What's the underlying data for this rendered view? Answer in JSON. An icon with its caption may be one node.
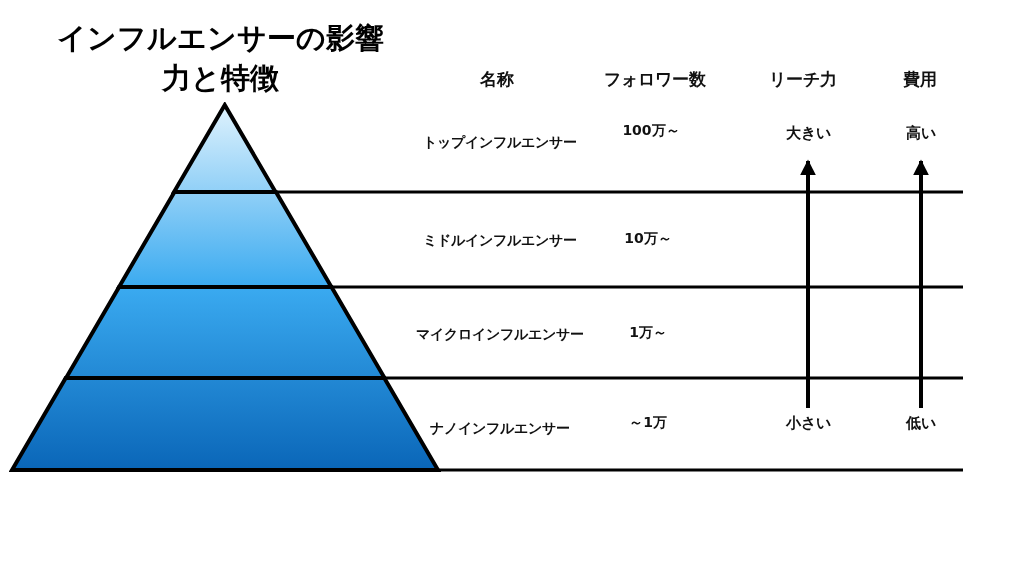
{
  "diagram": {
    "title": "インフルエンサーの影響力と特徴",
    "nodes": [
      {
        "text": [],
        "shape": "triangle"
      },
      {
        "text": [],
        "shape": "band"
      },
      {
        "text": [],
        "shape": "band"
      },
      {
        "text": [],
        "shape": "band"
      },
      {
        "text": [
          "大きい"
        ]
      },
      {
        "text": [
          "高い"
        ]
      },
      {
        "text": [
          "小さい"
        ]
      },
      {
        "text": [
          "低い"
        ]
      }
    ],
    "edges": [
      {
        "from": 6,
        "to": 4,
        "arrow": "to"
      },
      {
        "from": 7,
        "to": 5,
        "arrow": "to"
      }
    ],
    "labels": [
      "名称",
      "フォロワー数",
      "リーチ力",
      "費用",
      "トップインフルエンサー",
      "100万～",
      "ミドルインフルエンサー",
      "10万～",
      "マイクロインフルエンサー",
      "1万～",
      "ナノインフルエンサー",
      "～1万"
    ]
  }
}
